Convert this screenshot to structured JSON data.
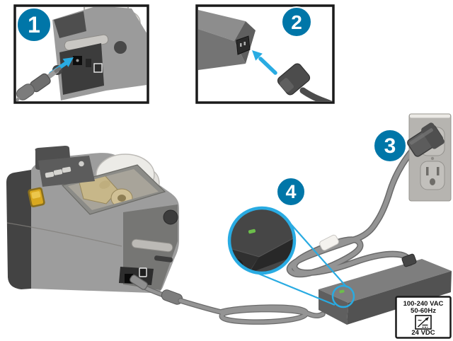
{
  "figure": {
    "title_hidden": "",
    "steps": [
      {
        "number": "1",
        "depicts": "dc-plug-into-printer-power-port"
      },
      {
        "number": "2",
        "depicts": "ac-cord-into-power-supply"
      },
      {
        "number": "3",
        "depicts": "plug-into-wall-outlet"
      },
      {
        "number": "4",
        "depicts": "power-supply-led-indicator"
      }
    ],
    "power_label": {
      "line1": "100-240 VAC",
      "line2": "50-60Hz",
      "output": "24 VDC",
      "converter_symbol": "~"
    },
    "colors": {
      "badge_blue": "#0076A8",
      "arrow_blue": "#29ABE2",
      "led_green": "#6CBE4B",
      "latch_yellow": "#D9A81F",
      "frame_black": "#1A1A1A"
    }
  }
}
